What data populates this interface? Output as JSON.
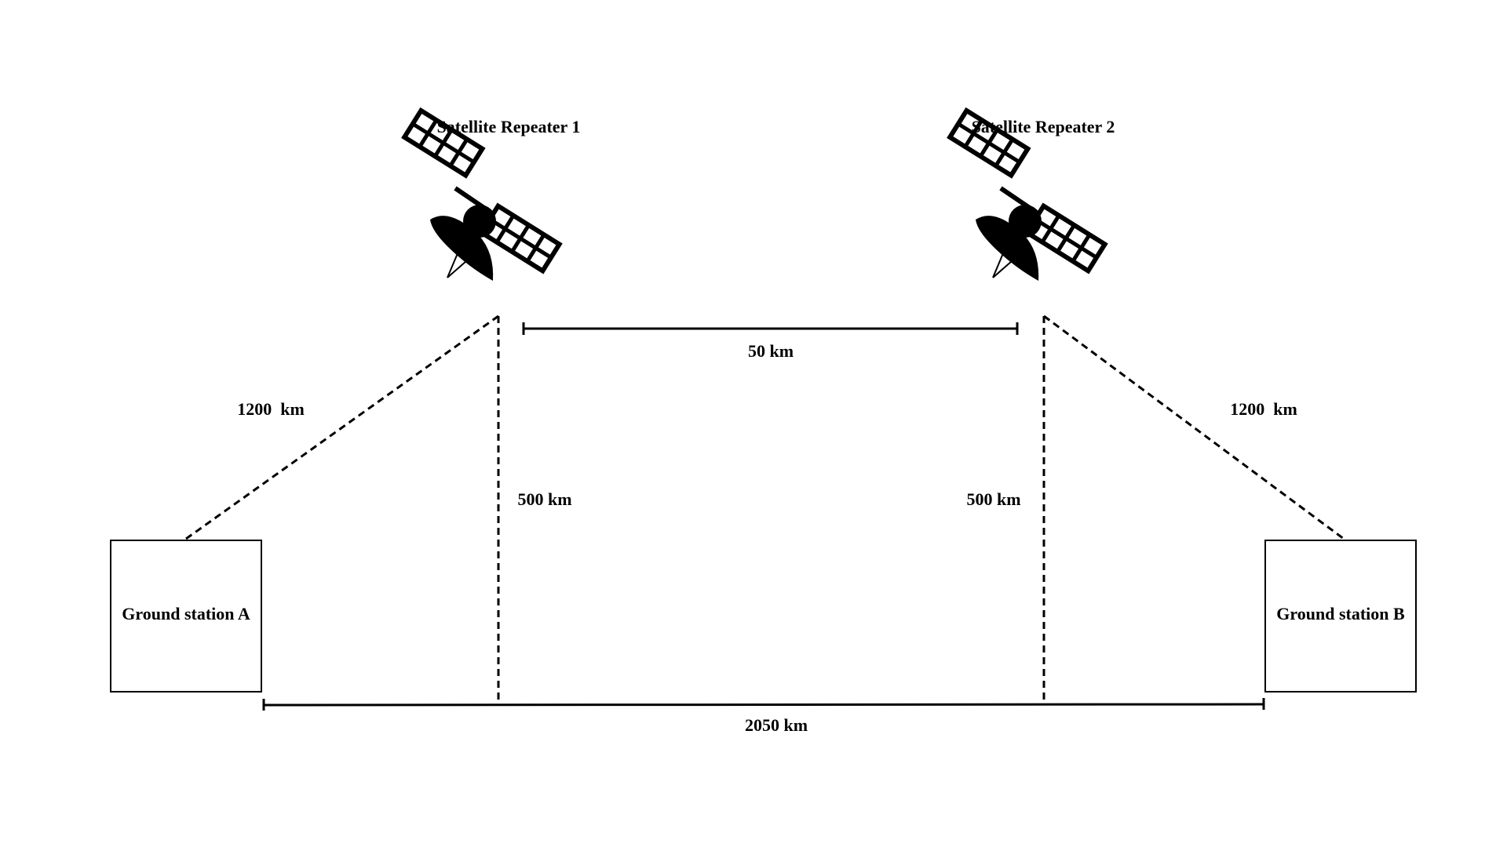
{
  "satellites": {
    "one": {
      "label": "Satellite Repeater 1"
    },
    "two": {
      "label": "Satellite Repeater 2"
    }
  },
  "ground_stations": {
    "a": {
      "label": "Ground station A"
    },
    "b": {
      "label": "Ground station B"
    }
  },
  "distances": {
    "slant_left": "1200  km",
    "slant_right": "1200  km",
    "altitude_left": "500 km",
    "altitude_right": "500 km",
    "inter_satellite": "50 km",
    "ground_span": "2050 km"
  },
  "colors": {
    "stroke": "#000000",
    "background": "#ffffff"
  }
}
